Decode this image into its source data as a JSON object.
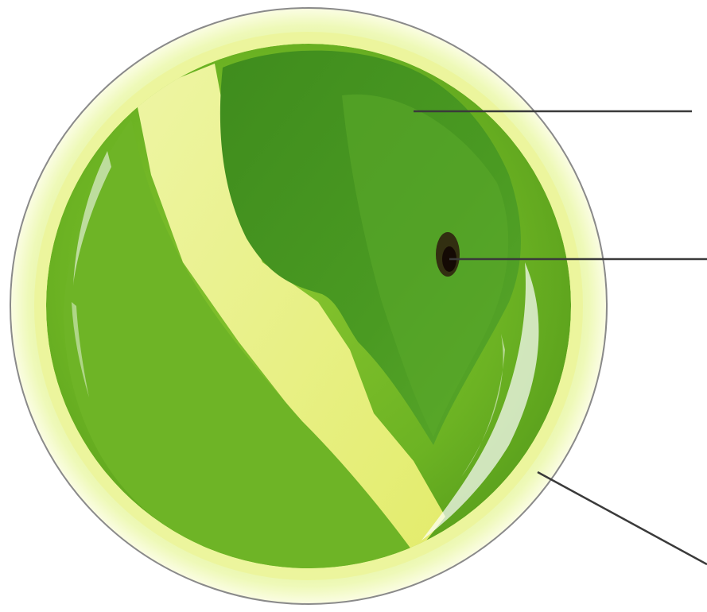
{
  "diagram": {
    "subject": "algal-cell",
    "labels": [
      {
        "id": "pointer-1",
        "text": ""
      },
      {
        "id": "pointer-2",
        "text": ""
      },
      {
        "id": "pointer-3",
        "text": ""
      }
    ]
  },
  "colors": {
    "cell_wall": "#8a8a8a",
    "outer_glow": "#eaf7a6",
    "membrane": "#f2f59a",
    "cytoplasm": "#7cc02a",
    "chloroplast": "#4e9a22",
    "chloroplast_dark": "#3f8a1c",
    "band": "#e9ef7e",
    "pyrenoid": "#2a1a10",
    "leader_line": "#333333"
  }
}
